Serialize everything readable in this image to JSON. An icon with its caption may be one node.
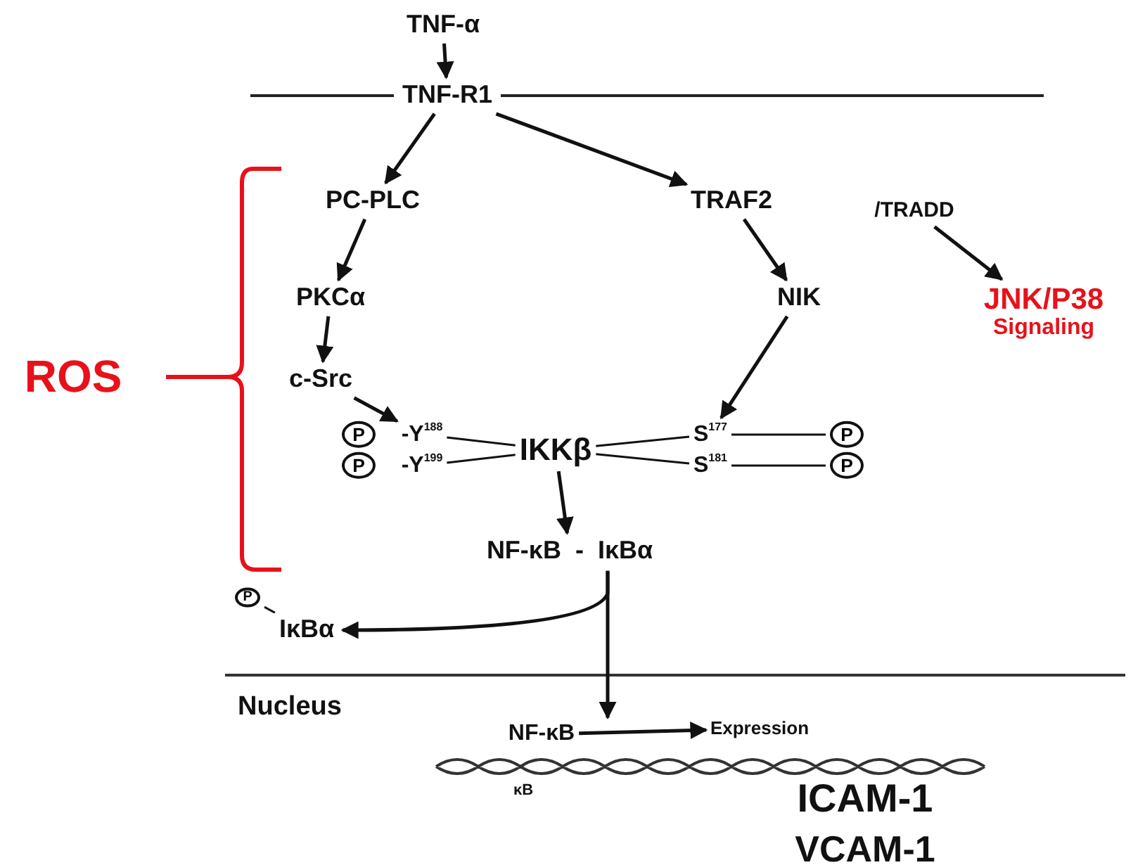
{
  "diagram": {
    "nodes": [
      {
        "text": [
          "TNF-α"
        ]
      },
      {
        "text": [
          "TNF-R1"
        ]
      },
      {
        "text": [
          "PC-PLC"
        ]
      },
      {
        "text": [
          "TRAF2"
        ]
      },
      {
        "text": [
          "/TRADD"
        ]
      },
      {
        "text": [
          "PKCα"
        ]
      },
      {
        "text": [
          "NIK"
        ]
      },
      {
        "text": [
          "JNK/P38",
          "Signaling"
        ]
      },
      {
        "text": [
          "c-Src"
        ]
      },
      {
        "text": [
          "P"
        ]
      },
      {
        "text": [
          "-Y$^{188}$"
        ]
      },
      {
        "text": [
          "IKKβ"
        ]
      },
      {
        "text": [
          "S$^{177}$"
        ]
      },
      {
        "text": [
          "P"
        ]
      },
      {
        "text": [
          "P"
        ]
      },
      {
        "text": [
          "-Y$^{199}$"
        ]
      },
      {
        "text": [
          "S$^{181}$"
        ]
      },
      {
        "text": [
          "P"
        ]
      },
      {
        "text": [
          "NF-κB  -  IκBα"
        ]
      },
      {
        "text": [
          "P"
        ]
      },
      {
        "text": [
          "IκBα"
        ]
      },
      {
        "text": [
          "NF-κB"
        ]
      },
      {
        "text": [
          "Expression"
        ]
      }
    ],
    "edges": [
      {
        "from": 0,
        "to": 1,
        "arrow": "to"
      },
      {
        "from": 1,
        "to": 2,
        "arrow": "to"
      },
      {
        "from": 1,
        "to": 3,
        "arrow": "to"
      },
      {
        "from": 2,
        "to": 5,
        "arrow": "to"
      },
      {
        "from": 3,
        "to": 6,
        "arrow": "to"
      },
      {
        "from": 4,
        "to": 7,
        "arrow": "to"
      },
      {
        "from": 5,
        "to": 8,
        "arrow": "to"
      },
      {
        "from": 8,
        "to": 10,
        "arrow": "to"
      },
      {
        "from": 6,
        "to": 12,
        "arrow": "to"
      },
      {
        "from": 10,
        "to": 11,
        "arrow": "none"
      },
      {
        "from": 15,
        "to": 11,
        "arrow": "none"
      },
      {
        "from": 11,
        "to": 12,
        "arrow": "none"
      },
      {
        "from": 11,
        "to": 16,
        "arrow": "none"
      },
      {
        "from": 12,
        "to": 13,
        "arrow": "none"
      },
      {
        "from": 16,
        "to": 17,
        "arrow": "none"
      },
      {
        "from": 11,
        "to": 18,
        "arrow": "to"
      },
      {
        "from": 18,
        "to": 20,
        "arrow": "to"
      },
      {
        "from": 18,
        "to": 21,
        "arrow": "to"
      },
      {
        "from": 19,
        "to": 20,
        "arrow": "none"
      },
      {
        "from": 21,
        "to": 22,
        "arrow": "to"
      }
    ],
    "labels": [
      "ROS",
      "Nucleus",
      "κB",
      "ICAM-1",
      "VCAM-1"
    ]
  }
}
